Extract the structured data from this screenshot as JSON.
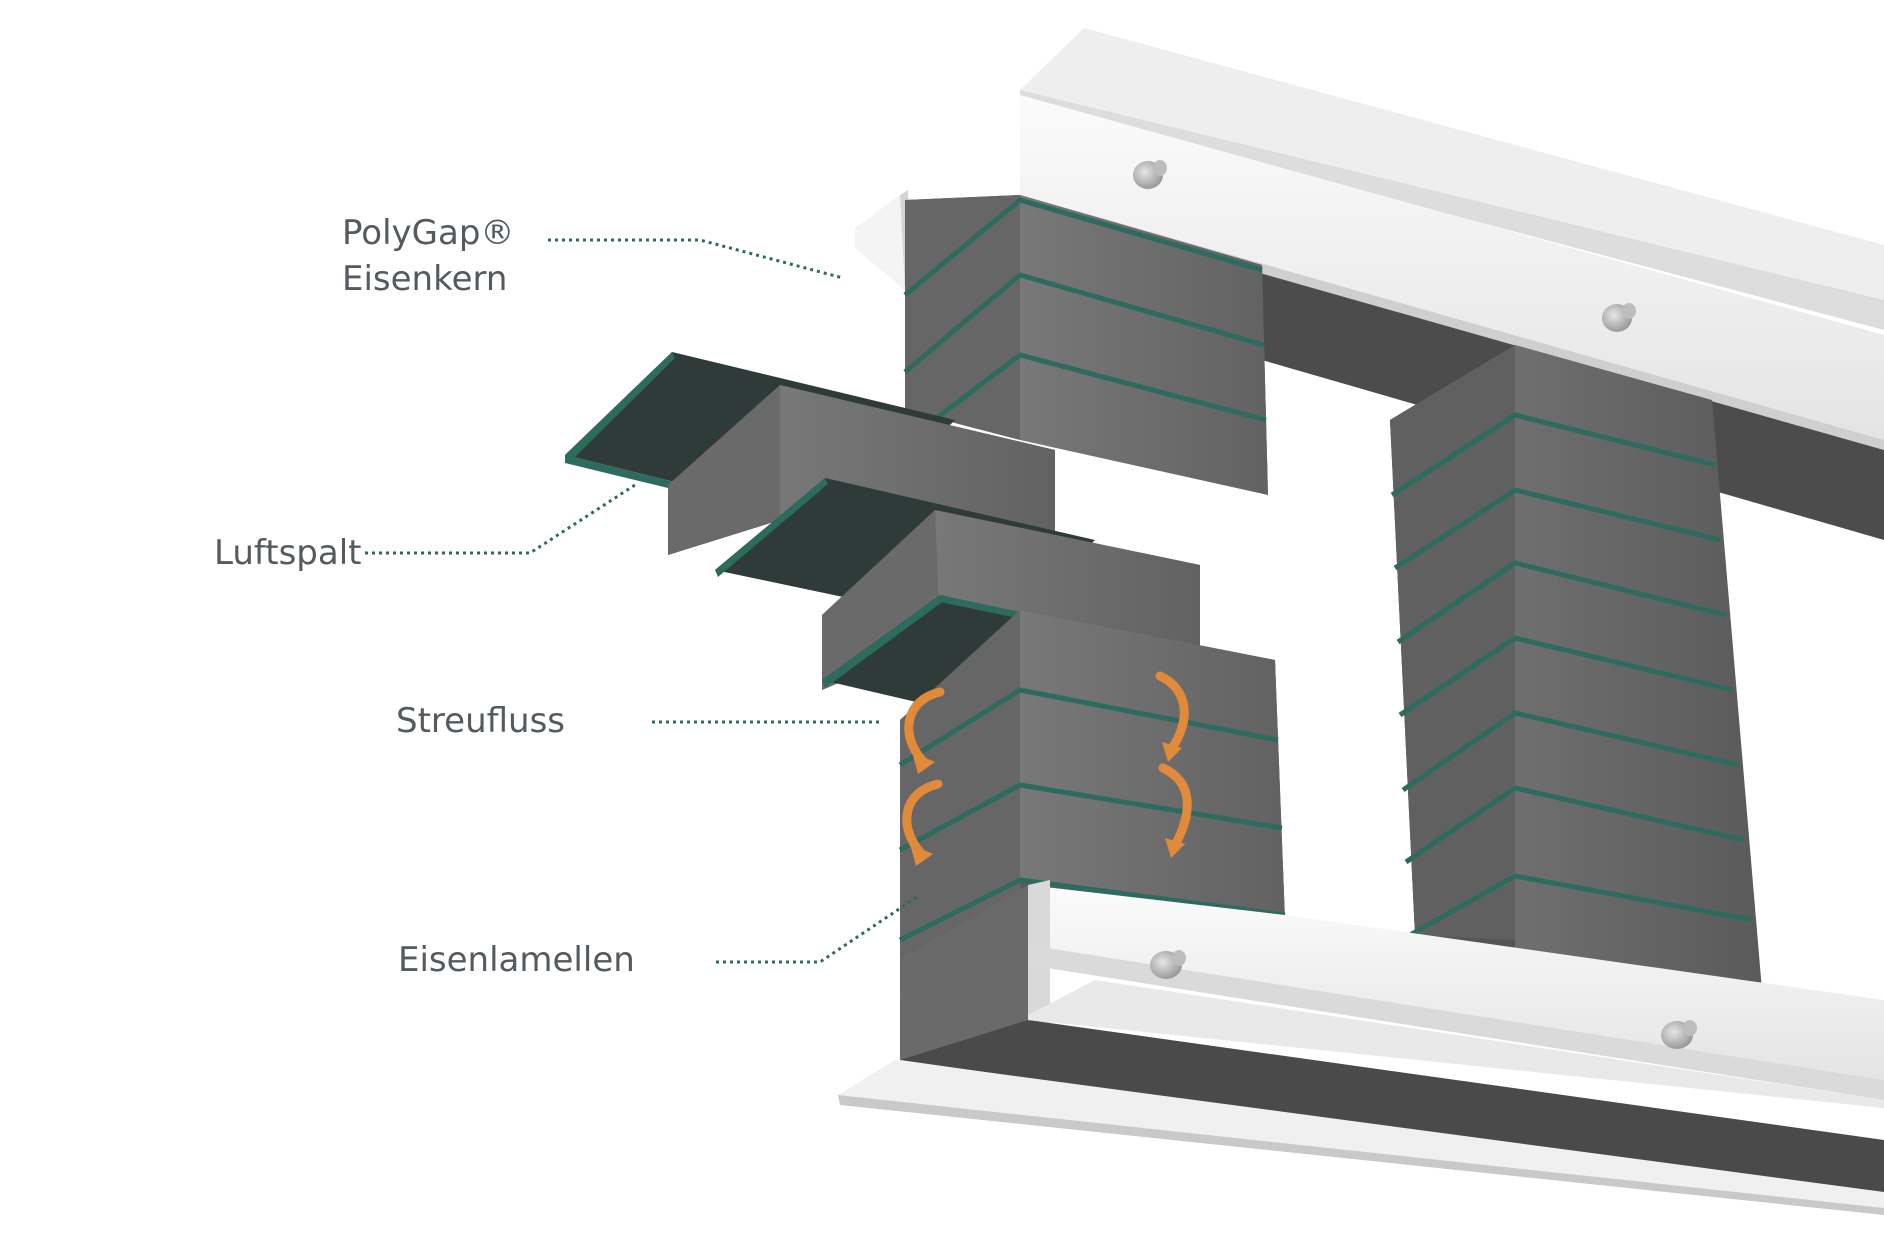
{
  "labels": {
    "polygap_line1": "PolyGap®",
    "polygap_line2": "Eisenkern",
    "luftspalt": "Luftspalt",
    "streufluss": "Streufluss",
    "eisenlamellen": "Eisenlamellen"
  },
  "colors": {
    "lamella_face": "#6e6e6e",
    "lamella_side": "#5c5c5c",
    "lamella_dark": "#4a4a4a",
    "gap_green": "#2d6b5e",
    "gap_dark": "#2f3b38",
    "bracket_white": "#f2f2f2",
    "bracket_shadow": "#d8d8d8",
    "flux_arrow": "#e08a3a",
    "leader_line": "#2d6b62",
    "text": "#555a5f"
  },
  "icons": [
    "bolt-icon",
    "flux-arrow-icon"
  ]
}
